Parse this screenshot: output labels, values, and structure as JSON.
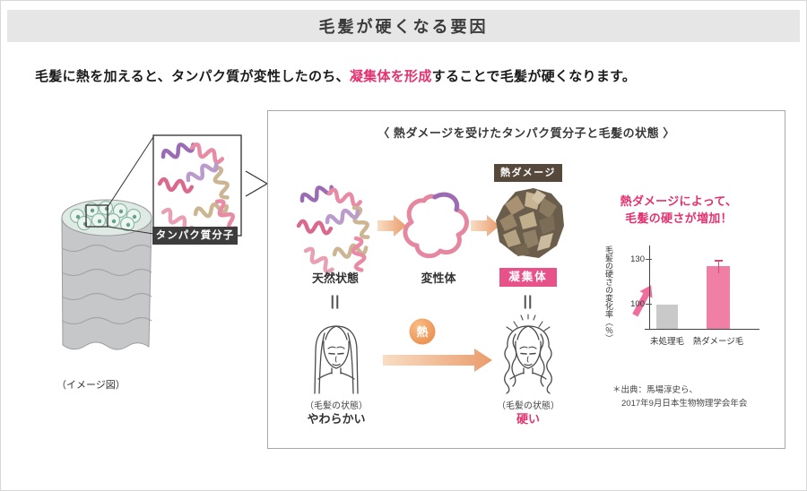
{
  "colors": {
    "accent_pink": "#e5326e",
    "badge_pink": "#e8528a",
    "badge_dark": "#56493c",
    "badge_black": "#3d3d3d",
    "header_gray": "#e6e6e6"
  },
  "header": {
    "title": "毛髪が硬くなる要因"
  },
  "intro": {
    "pre": "毛髪に熱を加えると、タンパク質が変性したのち、",
    "highlight": "凝集体を形成",
    "post": "することで毛髪が硬くなります。"
  },
  "left": {
    "molecule_label": "タンパク質分子",
    "caption": "（イメージ図）"
  },
  "panel": {
    "title": "〈 熱ダメージを受けたタンパク質分子と毛髪の状態 〉",
    "heat_damage_badge": "熱ダメージ",
    "state_labels": {
      "natural": "天然状態",
      "denatured": "変性体",
      "aggregate": "凝集体"
    },
    "equiv_symbol": "||",
    "heat_circle": "熱",
    "hair_caption": "（毛髪の状態）",
    "hair_soft": "やわらかい",
    "hair_hard": "硬い",
    "result_title_line1": "熱ダメージによって、",
    "result_title_line2": "毛髪の硬さが増加！",
    "source_line1": "＊出典：馬場淳史ら、",
    "source_line2": "2017年9月日本生物物理学会年会"
  },
  "chart_data": {
    "type": "bar",
    "title": "熱ダメージによって、毛髪の硬さが増加！",
    "categories": [
      "未処理毛",
      "熱ダメージ毛"
    ],
    "values": [
      100,
      126
    ],
    "errors": [
      0,
      4
    ],
    "yticks": [
      100,
      130
    ],
    "ylabel": "毛髪の硬さの変化率（％）",
    "bar_colors": [
      "#c9c9c9",
      "#ef7fa5"
    ],
    "ylim_shown": [
      100,
      130
    ],
    "legend": "none",
    "grid": false
  }
}
